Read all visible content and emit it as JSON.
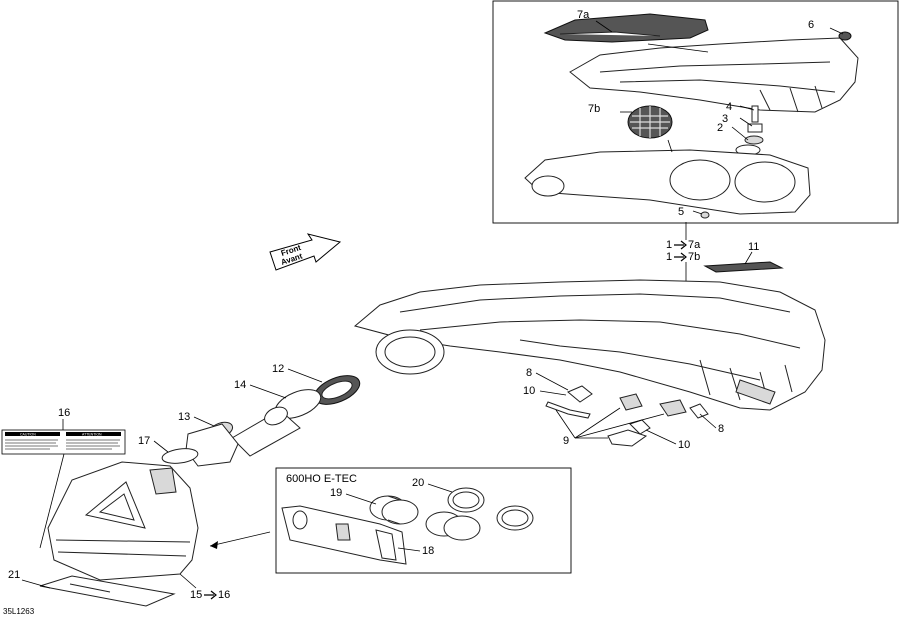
{
  "labels": {
    "p7a": "7a",
    "p6": "6",
    "p7b": "7b",
    "p4": "4",
    "p3": "3",
    "p2": "2",
    "p5": "5",
    "ref_7a": "1",
    "ref_7a_to": "7a",
    "ref_7b": "1",
    "ref_7b_to": "7b",
    "p11": "11",
    "p12": "12",
    "p14": "14",
    "p13": "13",
    "p16": "16",
    "p17": "17",
    "p8a": "8",
    "p10a": "10",
    "p9": "9",
    "p8b": "8",
    "p10b": "10",
    "p20": "20",
    "p19": "19",
    "p18": "18",
    "p21": "21",
    "p15": "15",
    "p15_to": "16",
    "front_en": "Front",
    "front_fr": "Avant",
    "inset_title": "600HO E-TEC",
    "drawing_code": "35L1263",
    "caution_en": "CAUTION",
    "caution_fr": "ATTENTION"
  },
  "colors": {
    "line": "#222222",
    "shade": "#d9d9d9",
    "dark": "#555555"
  }
}
